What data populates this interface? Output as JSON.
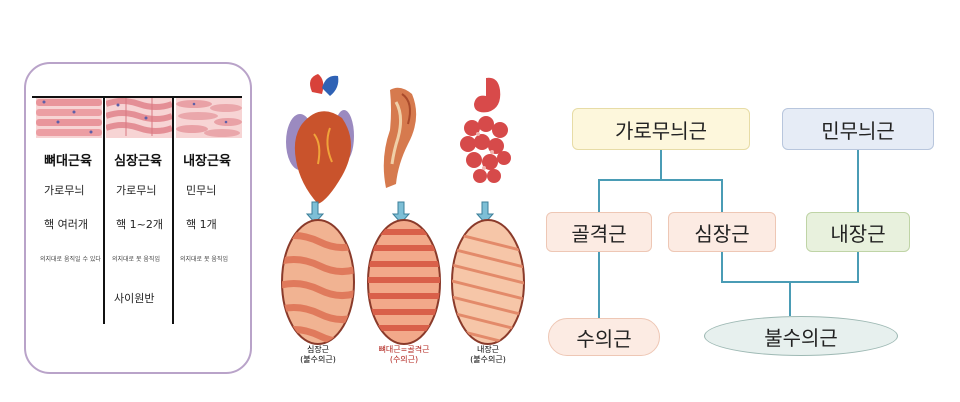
{
  "table": {
    "columns": [
      {
        "header": "뼈대근육",
        "rows": [
          "가로무늬",
          "핵 여러개",
          "의지대로 움직일 수 있다",
          ""
        ]
      },
      {
        "header": "심장근육",
        "rows": [
          "가로무늬",
          "핵 1~2개",
          "의지대로 못 움직임",
          "사이원반"
        ]
      },
      {
        "header": "내장근육",
        "rows": [
          "민무늬",
          "핵 1개",
          "의지대로 못 움직임",
          ""
        ]
      }
    ]
  },
  "illustration": {
    "captions": [
      {
        "line1": "심장근",
        "line2": "(불수의근)",
        "color": "#222222"
      },
      {
        "line1": "뼈대근=골격근",
        "line2": "(수의근)",
        "color": "#b0201a"
      },
      {
        "line1": "내장근",
        "line2": "(불수의근)",
        "color": "#222222"
      }
    ]
  },
  "diagram": {
    "striated": "가로무늬근",
    "smooth": "민무늬근",
    "skeletal": "골격근",
    "cardiac": "심장근",
    "visceral": "내장근",
    "voluntary": "수의근",
    "involuntary": "불수의근"
  },
  "colors": {
    "connector": "#4a9cb5",
    "card_border": "#b9a3c9"
  }
}
